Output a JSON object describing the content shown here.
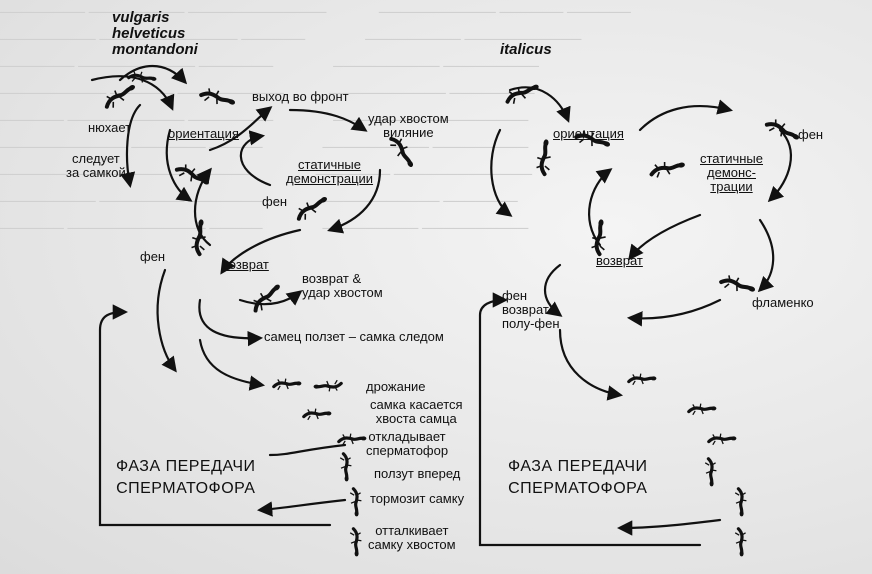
{
  "species": {
    "left": [
      "vulgaris",
      "helveticus",
      "montandoni"
    ],
    "right": "italicus"
  },
  "left": {
    "orientation": "ориентация",
    "static_displays": [
      "статичные",
      "демонстрации"
    ],
    "retreat": "возврат",
    "sniffs": "нюхает",
    "follows": [
      "следует",
      "за самкой"
    ],
    "frontal_approach": "выход во фронт",
    "tail_beat_wave": [
      "удар хвостом",
      "виляние"
    ],
    "fan_upper": "фен",
    "fan_lower": "фен",
    "retreat_tail_beat": [
      "возврат &",
      "удар хвостом"
    ],
    "male_creeps": "самец ползет – самка следом",
    "trembling": "дрожание",
    "female_touches": [
      "самка касается",
      "хвоста самца"
    ],
    "deposits": [
      "откладывает",
      "сперматофор"
    ],
    "creeps_forward": "ползут вперед",
    "brakes_female": "тормозит самку",
    "pushes_away": [
      "отталкивает",
      "самку хвостом"
    ],
    "phase": [
      "ФАЗА ПЕРЕДАЧИ",
      "СПЕРМАТОФОРА"
    ]
  },
  "right": {
    "orientation": "ориентация",
    "static_displays": [
      "статичные",
      "демонс-",
      "трации"
    ],
    "retreat": "возврат",
    "fan": "фен",
    "flamenco": "фламенко",
    "fan_retreat_half": [
      "фен",
      "возврат",
      "полу-фен"
    ],
    "phase": [
      "ФАЗА ПЕРЕДАЧИ",
      "СПЕРМАТОФОРА"
    ]
  },
  "colors": {
    "ink": "#111111",
    "paper": "#e9e9e9",
    "bleed": "#cfcfcf"
  }
}
